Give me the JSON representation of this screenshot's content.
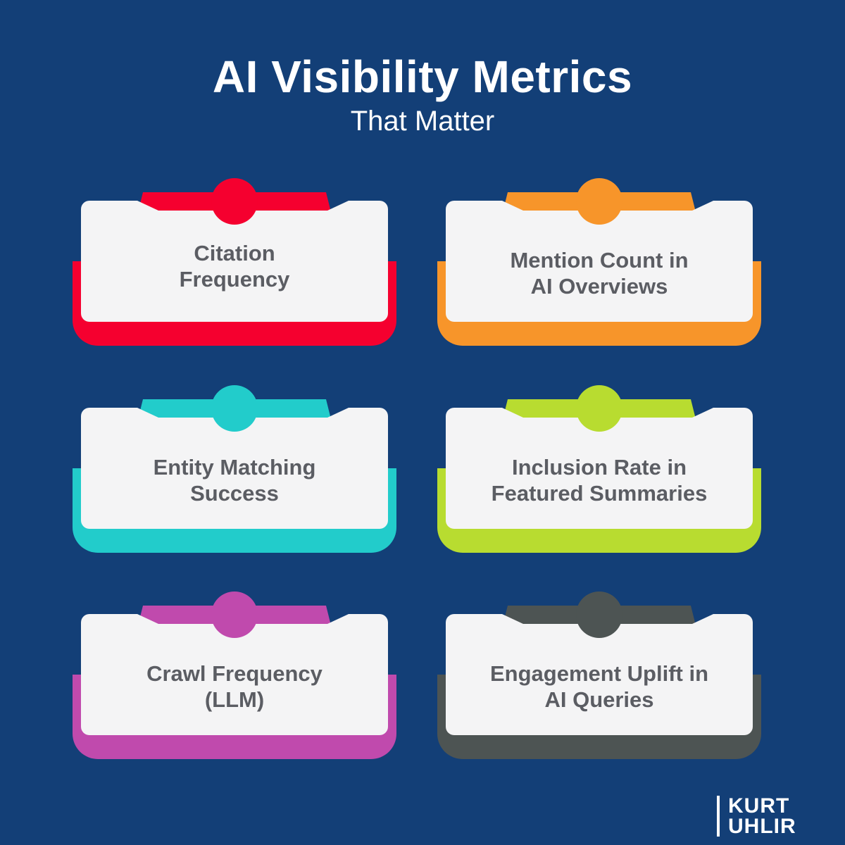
{
  "header": {
    "title": "AI Visibility Metrics",
    "subtitle": "That Matter"
  },
  "cards": [
    {
      "label": "Citation Frequency",
      "color": "#f5002f",
      "line1": "Citation",
      "line2": "Frequency"
    },
    {
      "label": "Mention Count in AI Overviews",
      "color": "#f7952a",
      "line1": "Mention Count in",
      "line2": "AI Overviews"
    },
    {
      "label": "Entity Matching Success",
      "color": "#22cccb",
      "line1": "Entity Matching",
      "line2": "Success"
    },
    {
      "label": "Inclusion Rate in Featured Summaries",
      "color": "#b8dc30",
      "line1": "Inclusion Rate in",
      "line2": "Featured Summaries"
    },
    {
      "label": "Crawl Frequency (LLM)",
      "color": "#c04aad",
      "line1": "Crawl Frequency",
      "line2": "(LLM)"
    },
    {
      "label": "Engagement Uplift in AI Queries",
      "color": "#4d5453",
      "line1": "Engagement Uplift in",
      "line2": "AI Queries"
    }
  ],
  "brand": {
    "line1": "KURT",
    "line2": "UHLIR"
  },
  "colors": {
    "background": "#133f77",
    "card_paper": "#f4f4f5",
    "card_text": "#5b5d63"
  }
}
